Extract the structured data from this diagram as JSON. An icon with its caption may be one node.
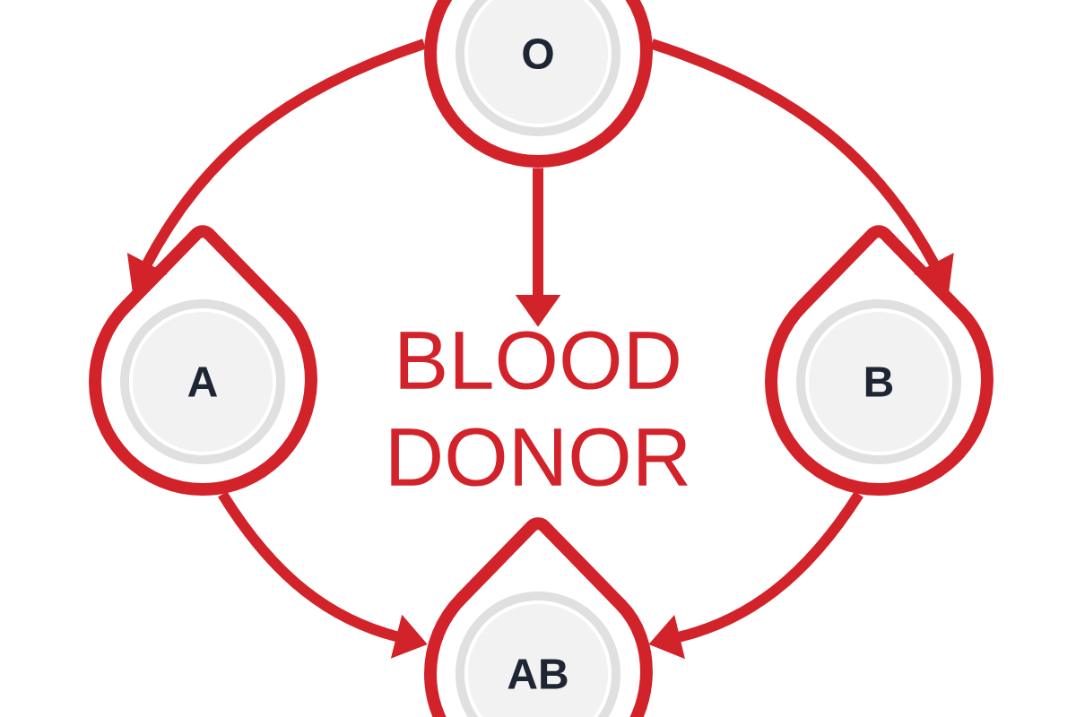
{
  "diagram": {
    "nodes": [
      {
        "text": [
          "O"
        ]
      },
      {
        "text": [
          "A"
        ]
      },
      {
        "text": [
          "BLOOD DONOR"
        ]
      },
      {
        "text": [
          "B"
        ]
      },
      {
        "text": [
          "AB"
        ]
      }
    ],
    "edges": [
      {
        "from": 0,
        "to": 1,
        "arrow": "to"
      },
      {
        "from": 0,
        "to": 3,
        "arrow": "to"
      },
      {
        "from": 0,
        "to": 2,
        "arrow": "to"
      },
      {
        "from": 1,
        "to": 4,
        "arrow": "to"
      },
      {
        "from": 3,
        "to": 4,
        "arrow": "to"
      }
    ]
  }
}
